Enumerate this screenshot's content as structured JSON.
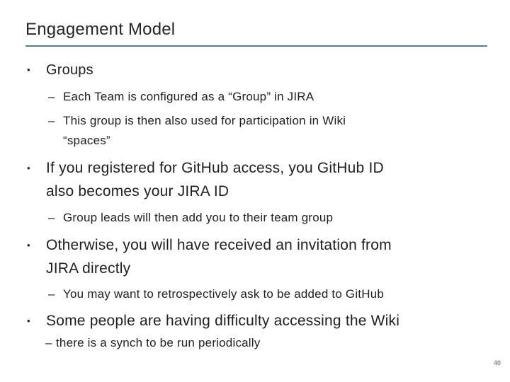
{
  "slide": {
    "title": "Engagement Model",
    "page_number": "40",
    "colors": {
      "background": "#ffffff",
      "text": "#1f1f1f",
      "title_rule": "#5b7b8c",
      "page_number": "#8a8a8a"
    },
    "bullets": [
      {
        "level": 1,
        "marker": "•",
        "lines": [
          "Groups"
        ]
      },
      {
        "level": 2,
        "marker": "–",
        "lines": [
          "Each Team is configured as a “Group” in JIRA"
        ]
      },
      {
        "level": 2,
        "marker": "–",
        "lines": [
          "This group is then also used for participation in Wiki",
          "“spaces”"
        ]
      },
      {
        "level": 1,
        "marker": "•",
        "lines": [
          "If you registered for GitHub access, you GitHub ID",
          "also becomes your JIRA ID"
        ]
      },
      {
        "level": 2,
        "marker": "–",
        "lines": [
          "Group leads will then add you to their team group"
        ]
      },
      {
        "level": 1,
        "marker": "•",
        "lines": [
          "Otherwise, you will have received an invitation from",
          "JIRA directly"
        ]
      },
      {
        "level": 2,
        "marker": "–",
        "lines": [
          "You may want to retrospectively ask to be added to GitHub"
        ]
      },
      {
        "level": 1,
        "marker": "•",
        "lines": [
          "Some people are having difficulty accessing the Wiki"
        ]
      },
      {
        "level": 2,
        "marker": "–",
        "lines": [
          "there is a synch to be run periodically"
        ]
      }
    ]
  }
}
